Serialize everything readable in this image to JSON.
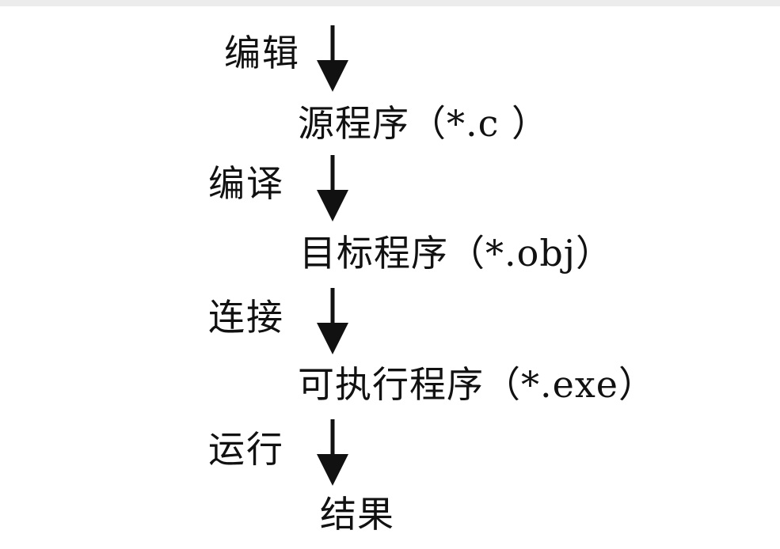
{
  "flow": {
    "steps": [
      {
        "action": "编辑",
        "result": "源程序（*.c ）"
      },
      {
        "action": "编译",
        "result": "目标程序（*.obj）"
      },
      {
        "action": "连接",
        "result": "可执行程序（*.exe）"
      },
      {
        "action": "运行",
        "result": "结果"
      }
    ]
  },
  "colors": {
    "text": "#111111",
    "arrow": "#111111",
    "background": "#ffffff"
  }
}
